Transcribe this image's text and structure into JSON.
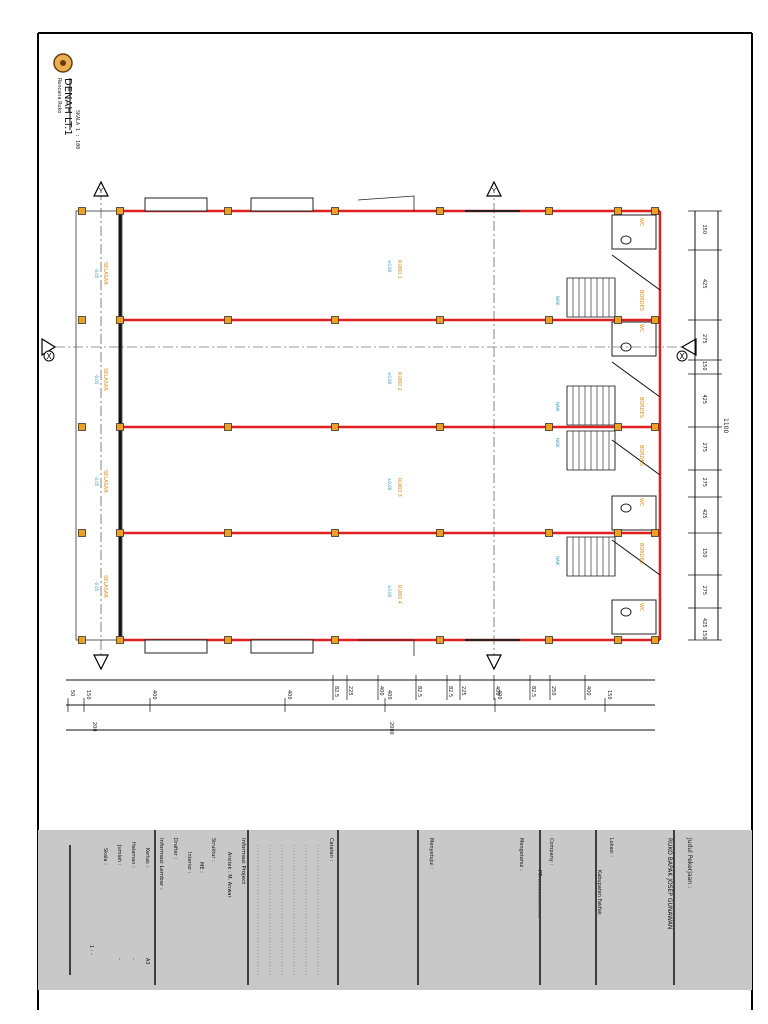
{
  "drawing": {
    "small_title": "Rencana Ruko",
    "title": "DENAH LT.1",
    "scale": "SKALA 1 : 100",
    "units": [
      {
        "name": "RUKO 1",
        "level": "±0.00"
      },
      {
        "name": "RUKO 2",
        "level": "±0.00"
      },
      {
        "name": "RUKO 3",
        "level": "±0.00"
      },
      {
        "name": "RUKO 4",
        "level": "±0.00"
      }
    ],
    "selasar": {
      "name": "SELASAR",
      "level": "-0.05"
    },
    "wc": "WC",
    "bordes": "BORDES",
    "naik": "NAIK",
    "section_marks": [
      "X",
      "X",
      "Y",
      "Y"
    ],
    "dims_right_seg": [
      "150",
      "425",
      "275",
      "150",
      "425",
      "275",
      "275",
      "425",
      "150",
      "275",
      "425",
      "150"
    ],
    "dims_right_total": "1100",
    "dims_bottom_row1": [
      "82.5",
      "225",
      "400",
      "82.5",
      "82.5",
      "225",
      "400",
      "82.5",
      "250",
      "400"
    ],
    "dims_bottom_row2": [
      "50",
      "150",
      "400",
      "400",
      "400",
      "400",
      "150"
    ],
    "dims_bottom_row3": [
      "200",
      "2000"
    ]
  },
  "titleblock": {
    "judul_label": "Judul Pekerjaan :",
    "judul_value": "RUKO BAPAK JOSEP GUNAWAN",
    "lokasi_label": "Lokasi :",
    "lokasi_value": "Kabupaten Fakfak",
    "company_label": "Company :",
    "company_value": "PT. .........................",
    "mengetahui_label": "Mengetahui :",
    "menyetujui_label": "Menyetujui :",
    "catatan_label": "Catatan :",
    "info_project_label": "Informasi Project",
    "arsitek": "Arsitek : M. Anwar",
    "struktur": "Struktur :",
    "me": "ME :",
    "interior": "Interior :",
    "drafter": "Drafter :",
    "info_lembar_label": "Informasi Lembar :",
    "kertas_label": "Kertas :",
    "kertas_value": "A3",
    "halaman_label": "Halaman :",
    "halaman_value": "-",
    "jumlah_label": "Jumlah :",
    "jumlah_value": "-",
    "skala_label": "Skala :",
    "skala_value": "1 : -"
  },
  "colors": {
    "grid_red": "#e02020",
    "unit_orange": "#e08a10",
    "text_cyan": "#2aa0c8",
    "column_fill": "#f0a020",
    "titleblock_bg": "#c8c8c8"
  }
}
